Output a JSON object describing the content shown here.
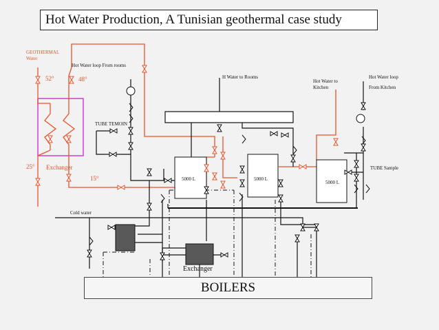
{
  "title": "Hot Water Production, A Tunisian geothermal case study",
  "boilers": "BOILERS",
  "labels": {
    "geothermal": "GEOTHERMAL",
    "water": "Water",
    "loop_from_rooms": "Hot Water loop From rooms",
    "temp_52": "52°",
    "temp_48": "48°",
    "temp_25": "25°",
    "temp_15": "15°",
    "exchanger_geo": "Exchanger",
    "tube_temoin": "TUBE TEMOIN",
    "h_water_rooms": "H Water to Rooms",
    "hot_water_to": "Hot Water to",
    "kitchen": "Kitchen",
    "hot_water_loop": "Hot Water loop",
    "from_kitchen": "From Kitchen",
    "tube_sample": "TUBE Sample",
    "tank_left": "5000 L",
    "tank_middle": "5000 L",
    "tank_right": "5000 L",
    "cold_water": "Cold water",
    "exchanger": "Exchanger"
  },
  "colors": {
    "hot_line": "#e8522a",
    "exchanger_frame": "#d23cd2",
    "exchanger_fill": "#595959",
    "background": "#f2f2f2"
  }
}
